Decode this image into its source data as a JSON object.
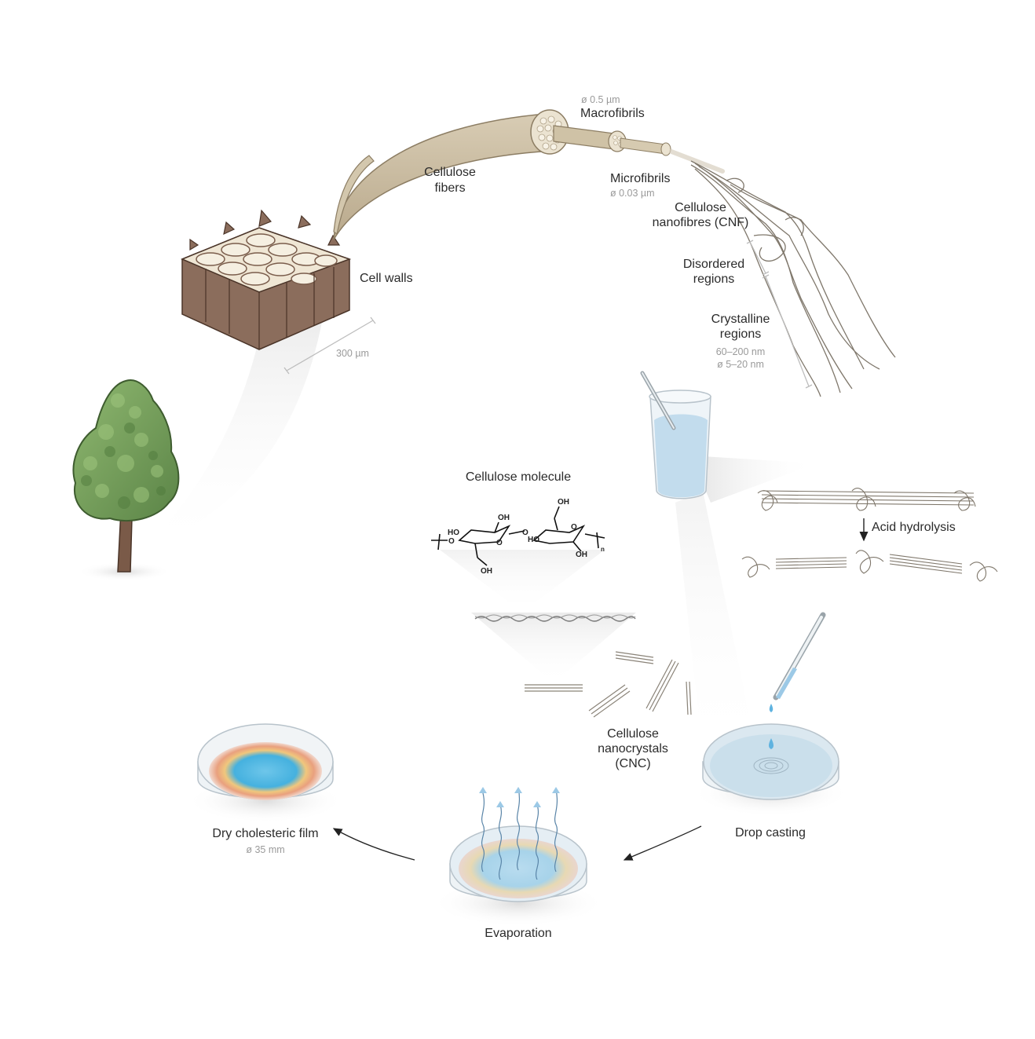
{
  "labels": {
    "macrofibrils": "Macrofibrils",
    "macrofibrils_size": "ø 0.5 µm",
    "cellulose_fibers": [
      "Cellulose",
      "fibers"
    ],
    "microfibrils": "Microfibrils",
    "microfibrils_size": "ø 0.03 µm",
    "cnf": [
      "Cellulose",
      "nanofibres (CNF)"
    ],
    "cell_walls": "Cell walls",
    "cell_walls_size": "300 µm",
    "disordered": [
      "Disordered",
      "regions"
    ],
    "crystalline": [
      "Crystalline",
      "regions"
    ],
    "crystalline_size": [
      "60–200 nm",
      "ø 5–20 nm"
    ],
    "cellulose_molecule": "Cellulose molecule",
    "acid_hydrolysis": "Acid hydrolysis",
    "cnc": [
      "Cellulose",
      "nanocrystals",
      "(CNC)"
    ],
    "drop_casting": "Drop casting",
    "evaporation": "Evaporation",
    "dry_film": "Dry cholesteric film",
    "dry_film_size": "ø 35 mm"
  },
  "chemistry": {
    "oh": "OH",
    "ho": "HO",
    "o": "O",
    "n": "n"
  },
  "colors": {
    "fiber": "#c9bba0",
    "cellwall": "#8b6d5c",
    "cellwall_top": "#efe6d4",
    "tree_foliage": "#6f9a55",
    "trunk": "#7a5a48",
    "liquid": "#b7d6ea",
    "film_blue": "#48b4e0",
    "film_ring": "#e7a178"
  }
}
